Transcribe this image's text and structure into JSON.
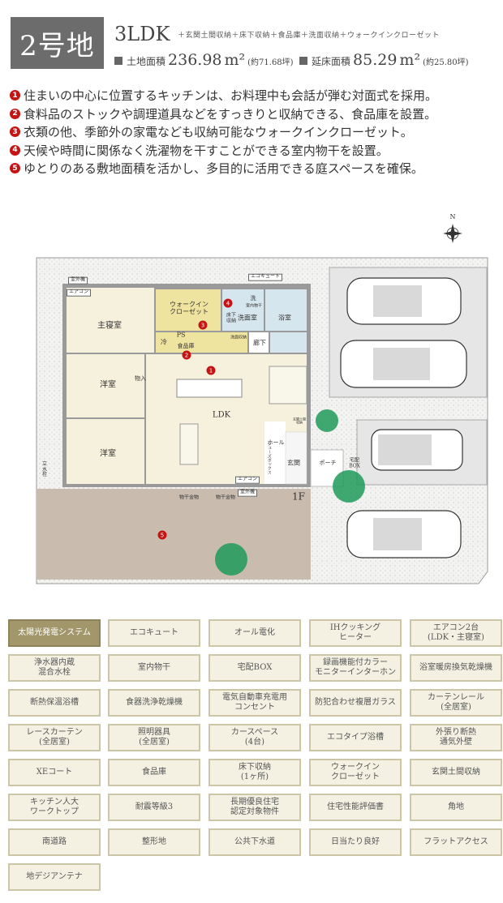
{
  "header": {
    "lot": "2号地",
    "layout": "3LDK",
    "extras": "＋玄関土間収納＋床下収納＋食品庫＋洗面収納＋ウォークインクローゼット",
    "land_label": "土地面積",
    "land_value": "236.98",
    "land_unit": "m²",
    "land_tsubo": "(約71.68坪)",
    "floor_label": "延床面積",
    "floor_value": "85.29",
    "floor_unit": "m²",
    "floor_tsubo": "(約25.80坪)"
  },
  "features": [
    {
      "n": "1",
      "text": "住まいの中心に位置するキッチンは、お料理中も会話が弾む対面式を採用。"
    },
    {
      "n": "2",
      "text": "食料品のストックや調理道具などをすっきりと収納できる、食品庫を設置。"
    },
    {
      "n": "3",
      "text": "衣類の他、季節外の家電なども収納可能なウォークインクローゼット。"
    },
    {
      "n": "4",
      "text": "天候や時間に関係なく洗濯物を干すことができる室内物干を設置。"
    },
    {
      "n": "5",
      "text": "ゆとりのある敷地面積を活かし、多目的に活用できる庭スペースを確保。"
    }
  ],
  "plan": {
    "north": "N",
    "floor": "1F",
    "rooms": {
      "master": "主寝室",
      "wic": "ウォークイン\nクローゼット",
      "washroom": "洗面室",
      "bath": "浴室",
      "corridor": "廊下",
      "fridge": "冷",
      "ps": "PS",
      "pantry": "食品庫",
      "western1": "洋室",
      "western2": "洋室",
      "storage": "物入",
      "ldk": "LDK",
      "hall": "ホール",
      "entrance": "玄関",
      "porch": "ポーチ",
      "delivery": "宅配\nBOX",
      "underfloor": "床下\n収納",
      "wash_storage": "洗面収納",
      "wash": "洗",
      "indoor_dry": "室内物干",
      "shoebox": "シューズボックス",
      "entrance_storage": "玄関土間\n収納",
      "faucet": "立\n水\n栓"
    },
    "ac1": "エアコン",
    "ac2": "エアコン",
    "outdoor1": "室外機",
    "outdoor2": "室外機",
    "ecocute": "エコキュート",
    "hanger1": "物干金物",
    "hanger2": "物干金物"
  },
  "tags": [
    {
      "label": "太陽光発電システム",
      "active": true
    },
    {
      "label": "エコキュート"
    },
    {
      "label": "オール電化"
    },
    {
      "label": "IHクッキング\nヒーター"
    },
    {
      "label": "エアコン2台\n(LDK・主寝室)"
    },
    {
      "label": "浄水器内蔵\n混合水栓"
    },
    {
      "label": "室内物干"
    },
    {
      "label": "宅配BOX"
    },
    {
      "label": "録画機能付カラー\nモニターインターホン"
    },
    {
      "label": "浴室暖房換気乾燥機"
    },
    {
      "label": "断熱保温浴槽"
    },
    {
      "label": "食器洗浄乾燥機"
    },
    {
      "label": "電気自動車充電用\nコンセント"
    },
    {
      "label": "防犯合わせ複層ガラス"
    },
    {
      "label": "カーテンレール\n(全居室)"
    },
    {
      "label": "レースカーテン\n(全居室)"
    },
    {
      "label": "照明器具\n(全居室)"
    },
    {
      "label": "カースペース\n(4台)"
    },
    {
      "label": "エコタイプ浴槽"
    },
    {
      "label": "外張り断熱\n通気外壁"
    },
    {
      "label": "XEコート"
    },
    {
      "label": "食品庫"
    },
    {
      "label": "床下収納\n(1ヶ所)"
    },
    {
      "label": "ウォークイン\nクローゼット"
    },
    {
      "label": "玄関土間収納"
    },
    {
      "label": "キッチン人大\nワークトップ"
    },
    {
      "label": "耐震等級3"
    },
    {
      "label": "長期優良住宅\n認定対象物件"
    },
    {
      "label": "住宅性能評価書"
    },
    {
      "label": "角地"
    },
    {
      "label": "南道路"
    },
    {
      "label": "整形地"
    },
    {
      "label": "公共下水道"
    },
    {
      "label": "日当たり良好"
    },
    {
      "label": "フラットアクセス"
    },
    {
      "label": "地デジアンテナ"
    }
  ],
  "colors": {
    "badge": "#c41414",
    "header_box": "#6c6c6c",
    "tag_bg": "#f4f1e3",
    "tag_border": "#cdc6a6",
    "tag_active": "#a2976a",
    "garden": "#c9bcae",
    "room": "#f6f1dc",
    "wic": "#efe3a0",
    "water": "#d6e6ee",
    "tree": "#1f9a5a"
  }
}
